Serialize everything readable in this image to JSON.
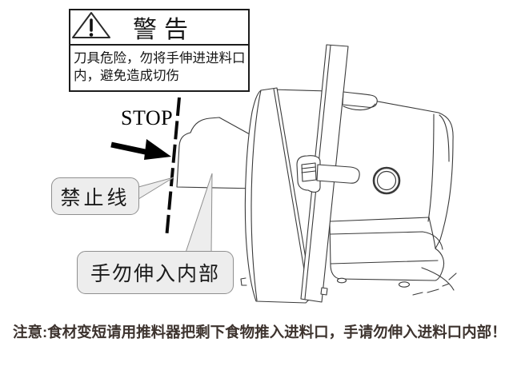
{
  "warning_box": {
    "title": "警告",
    "exclamation": "!",
    "lines": [
      "刀具危险，勿将手伸进进料口",
      "内，避免造成切伤"
    ]
  },
  "stop_label": "STOP",
  "callouts": {
    "prohibition_line": "禁止线",
    "no_hands": "手勿伸入内部"
  },
  "note": "注意:食材变短请用推料器把剩下食物推入进料口，手请勿伸入进料口内部！",
  "icons": {
    "warning_triangle": "warning-triangle-icon",
    "direction_arrow": "direction-arrow-icon",
    "prohibition_line": "prohibition-dashed-line"
  },
  "colors": {
    "line": "#3a3a3a",
    "ink": "#000000",
    "note_text": "#3d332e",
    "bubble_fill": "#ededed",
    "bubble_border": "#8f8f8f"
  }
}
